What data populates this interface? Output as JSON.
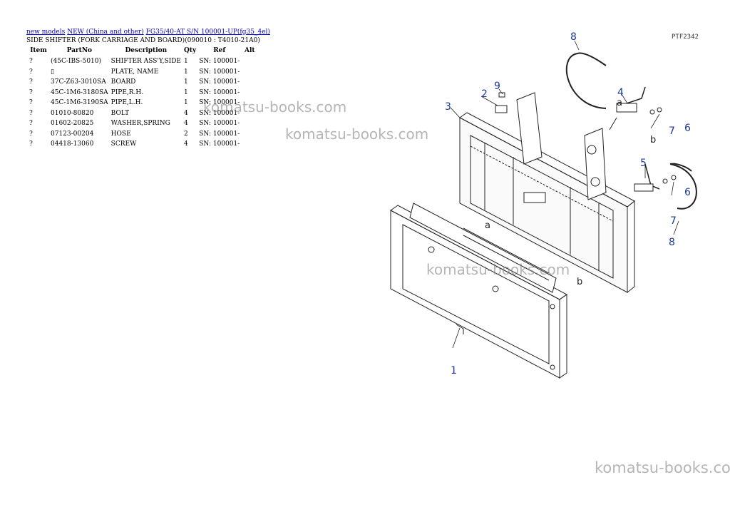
{
  "breadcrumb": {
    "links": [
      "new models",
      "NEW (China and other)",
      "FG35/40-AT S/N 100001-UP(fg35_4el)"
    ]
  },
  "page_title": "SIDE SHIFTER (FORK CARRIAGE AND BOARD)(090010 : T4010-21A0)",
  "table": {
    "headers": [
      "Item",
      "PartNo",
      "Description",
      "Qty",
      "Ref",
      "Alt"
    ],
    "rows": [
      {
        "item": "?",
        "part": "(45C-IBS-5010)",
        "desc": "SHIFTER ASS'Y,SIDE",
        "qty": "1",
        "ref": "SN: 100001-",
        "alt": ""
      },
      {
        "item": "?",
        "part": "▯",
        "desc": "PLATE, NAME",
        "qty": "1",
        "ref": "SN: 100001-",
        "alt": ""
      },
      {
        "item": "?",
        "part": "37C-Z63-3010SA",
        "desc": "BOARD",
        "qty": "1",
        "ref": "SN: 100001-",
        "alt": ""
      },
      {
        "item": "?",
        "part": "45C-1M6-3180SA",
        "desc": "PIPE,R.H.",
        "qty": "1",
        "ref": "SN: 100001-",
        "alt": ""
      },
      {
        "item": "?",
        "part": "45C-1M6-3190SA",
        "desc": "PIPE,L.H.",
        "qty": "1",
        "ref": "SN: 100001-",
        "alt": ""
      },
      {
        "item": "?",
        "part": "01010-80820",
        "desc": "BOLT",
        "qty": "4",
        "ref": "SN: 100001-",
        "alt": ""
      },
      {
        "item": "?",
        "part": "01602-20825",
        "desc": "WASHER,SPRING",
        "qty": "4",
        "ref": "SN: 100001-",
        "alt": ""
      },
      {
        "item": "?",
        "part": "07123-00204",
        "desc": "HOSE",
        "qty": "2",
        "ref": "SN: 100001-",
        "alt": ""
      },
      {
        "item": "?",
        "part": "04418-13060",
        "desc": "SCREW",
        "qty": "4",
        "ref": "SN: 100001-",
        "alt": ""
      }
    ]
  },
  "diagram": {
    "code": "PTF2342",
    "callouts": [
      "1",
      "2",
      "3",
      "4",
      "5",
      "6",
      "6",
      "7",
      "7",
      "8",
      "8",
      "9"
    ],
    "markers": [
      "a",
      "a",
      "b",
      "b"
    ],
    "callout_color": "#1a3a9c"
  },
  "watermarks": [
    "komatsu-books.com",
    "komatsu-books.com",
    "komatsu-books.com",
    "komatsu-books.com"
  ]
}
